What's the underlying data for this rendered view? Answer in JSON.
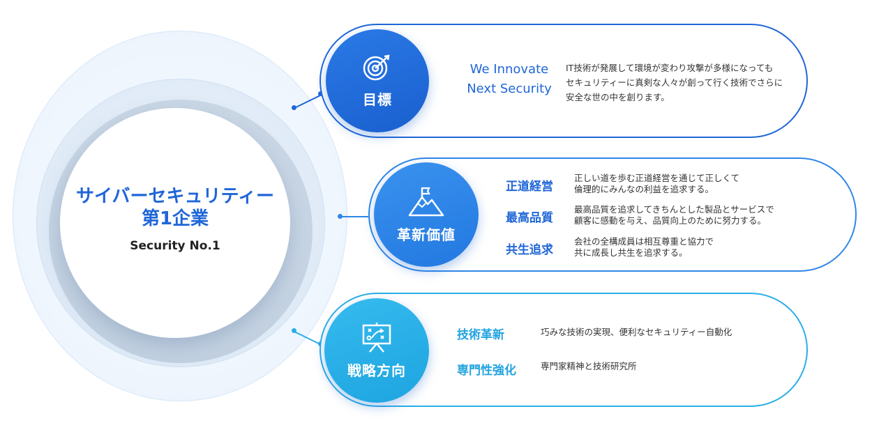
{
  "center": {
    "title": "サイバーセキュリティー\n第1企業",
    "subtitle": "Security No.1"
  },
  "goal": {
    "label": "目標",
    "icon": "target-icon",
    "slogan": "We Innovate\nNext Security",
    "description": "IT技術が発展して環境が変わり攻撃が多様になっても\nセキュリティーに真剣な人々が創って行く技術でさらに\n安全な世の中を創ります。"
  },
  "values": {
    "label": "革新価値",
    "icon": "mountain-flag-icon",
    "items": [
      {
        "title": "正道経営",
        "text": "正しい道を歩む正道経営を通じて正しくて\n倫理的にみんなの利益を追求する。"
      },
      {
        "title": "最高品質",
        "text": "最高品質を追求してきちんとした製品とサービスで\n顧客に感動を与え、品質向上のために努力する。"
      },
      {
        "title": "共生追求",
        "text": "会社の全構成員は相互尊重と協力で\n共に成長し共生を追求する。"
      }
    ]
  },
  "strategy": {
    "label": "戦略方向",
    "icon": "strategy-board-icon",
    "items": [
      {
        "title": "技術革新",
        "text": "巧みな技術の実現、便利なセキュリティー自動化"
      },
      {
        "title": "専門性強化",
        "text": "専門家精神と技術研究所"
      }
    ]
  },
  "colors": {
    "primary_blue": "#1f66d8",
    "mid_blue": "#2f86e8",
    "light_blue": "#29aee6"
  }
}
